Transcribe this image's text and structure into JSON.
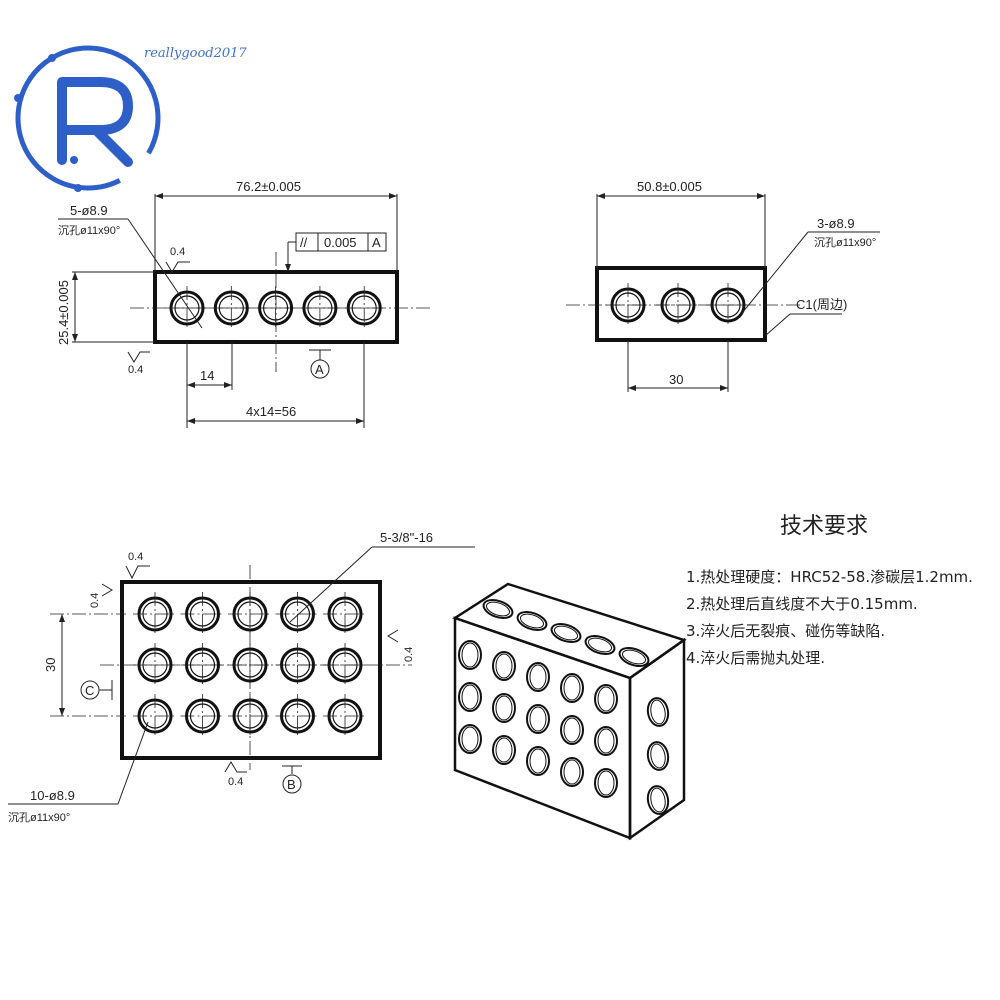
{
  "logo": {
    "text": "reallygood2017",
    "letter": "R",
    "color": "#2e5fc9"
  },
  "front_view": {
    "holes": 5,
    "dim_length": "76.2±0.005",
    "dim_height": "25.4±0.005",
    "hole_spec": "5-ø8.9",
    "chamfer_spec": "沉孔ø11x90°",
    "tolerance": {
      "symbol": "//",
      "value": "0.005",
      "datum": "A"
    },
    "roughness_top": "0.4",
    "roughness_left": "0.4",
    "pitch": "14",
    "pitch_total": "4x14=56",
    "datum": "A"
  },
  "side_view": {
    "holes": 3,
    "dim_length": "50.8±0.005",
    "hole_spec": "3-ø8.9",
    "chamfer_spec": "沉孔ø11x90°",
    "edge_chamfer": "C1(周边)",
    "span": "30"
  },
  "top_view": {
    "rows": 3,
    "cols": 5,
    "thread_spec": "5-3/8\"-16",
    "roughness_top": "0.4",
    "roughness_left": "0.4",
    "roughness_right": "0.4",
    "roughness_bottom": "0.4",
    "row_span": "30",
    "datum_left": "C",
    "datum_bottom": "B",
    "hole_spec": "10-ø8.9",
    "chamfer_spec": "沉孔ø11x90°"
  },
  "requirements": {
    "title": "技术要求",
    "items": [
      "1.热处理硬度：HRC52-58.渗碳层1.2mm.",
      "2.热处理后直线度不大于0.15mm.",
      "3.淬火后无裂痕、碰伤等缺陷.",
      "4.淬火后需抛丸处理."
    ]
  }
}
